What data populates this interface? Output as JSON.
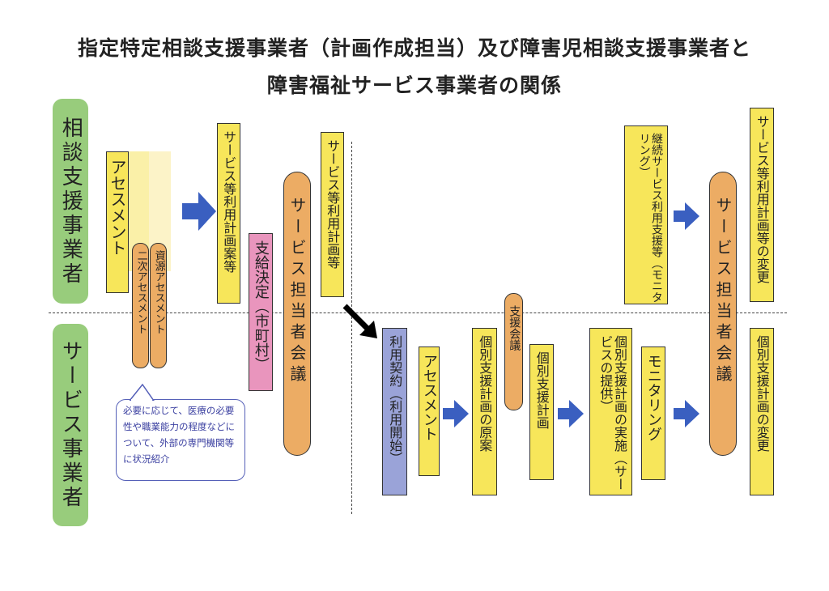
{
  "title": {
    "line1": "指定特定相談支援事業者（計画作成担当）及び障害児相談支援事業者と",
    "line2": "障害福祉サービス事業者の関係"
  },
  "lanes": {
    "top": "相談支援事業者",
    "bottom": "サービス事業者"
  },
  "steps": {
    "assessment1": "アセスメント",
    "secondary_assessment": "二次アセスメント",
    "resource_assessment": "資源アセスメント",
    "plan_draft": "サービス等利用計画案等",
    "payment_decision": "支給決定（市町村）",
    "meeting1": "サービス担当者会議",
    "plan": "サービス等利用計画等",
    "contract": "利用契約（利用開始）",
    "assessment2": "アセスメント",
    "individual_draft": "個別支援計画の原案",
    "support_meeting": "支援会議",
    "individual_plan": "個別支援計画",
    "implementation": "個別支援計画の実施（サービスの提供）",
    "monitoring": "モニタリング",
    "meeting2": "サービス担当者会議",
    "individual_change": "個別支援計画の変更",
    "continuous_support": "継続サービス利用支援等（モニタリング）",
    "plan_change": "サービス等利用計画等の変更"
  },
  "note": "必要に応じて、医療の必要性や職業能力の程度などについて、外部の専門機関等に状況紹介",
  "colors": {
    "yellow": "#f7e65a",
    "orange": "#ecac64",
    "green": "#98cc7c",
    "pink": "#e995bd",
    "purple": "#9aa3d8",
    "arrow": "#3a5fc0"
  }
}
